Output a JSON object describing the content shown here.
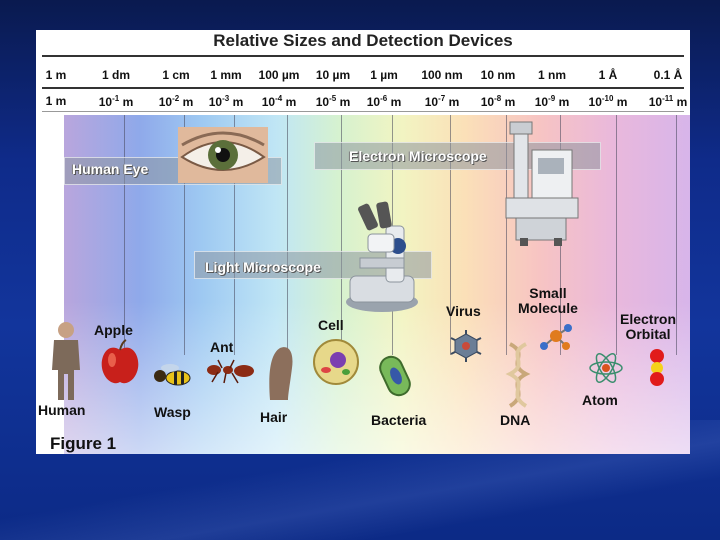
{
  "figure": {
    "title": "Relative Sizes and Detection Devices",
    "caption": "Figure 1",
    "scale_top": [
      "1 m",
      "1 dm",
      "1 cm",
      "1 mm",
      "100 µm",
      "10 µm",
      "1 µm",
      "100 nm",
      "10 nm",
      "1 nm",
      "1 Å",
      "0.1 Å"
    ],
    "scale_bottom": [
      {
        "base": "1 m",
        "exp": ""
      },
      {
        "base": "10",
        "exp": "-1",
        "unit": " m"
      },
      {
        "base": "10",
        "exp": "-2",
        "unit": " m"
      },
      {
        "base": "10",
        "exp": "-3",
        "unit": " m"
      },
      {
        "base": "10",
        "exp": "-4",
        "unit": " m"
      },
      {
        "base": "10",
        "exp": "-5",
        "unit": " m"
      },
      {
        "base": "10",
        "exp": "-6",
        "unit": " m"
      },
      {
        "base": "10",
        "exp": "-7",
        "unit": " m"
      },
      {
        "base": "10",
        "exp": "-8",
        "unit": " m"
      },
      {
        "base": "10",
        "exp": "-9",
        "unit": " m"
      },
      {
        "base": "10",
        "exp": "-10",
        "unit": " m"
      },
      {
        "base": "10",
        "exp": "-11",
        "unit": " m"
      }
    ],
    "devices": {
      "human_eye": "Human Eye",
      "light_microscope": "Light Microscope",
      "electron_microscope": "Electron Microscope"
    },
    "objects": {
      "human": "Human",
      "apple": "Apple",
      "wasp": "Wasp",
      "ant": "Ant",
      "hair": "Hair",
      "cell": "Cell",
      "bacteria": "Bacteria",
      "virus": "Virus",
      "dna": "DNA",
      "small_molecule_1": "Small",
      "small_molecule_2": "Molecule",
      "atom": "Atom",
      "electron_orbital_1": "Electron",
      "electron_orbital_2": "Orbital"
    }
  }
}
